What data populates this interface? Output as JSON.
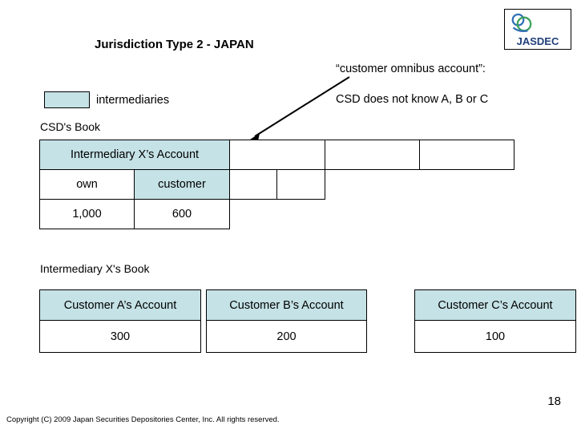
{
  "slide": {
    "title": "Jurisdiction Type 2 - JAPAN",
    "page_number": "18",
    "copyright": "Copyright (C) 2009 Japan Securities Depositories Center, Inc.  All rights reserved."
  },
  "logo": {
    "name": "jasdec-logo",
    "text": "JASDEC"
  },
  "callout": {
    "line1": "“customer omnibus account”:",
    "line2": "CSD does not know A, B or C",
    "arrow": "arrow-pointing-down-left"
  },
  "legend": {
    "swatch_color": "#c5e2e6",
    "label": "intermediaries"
  },
  "csd": {
    "section_label": "CSD's Book",
    "rows": [
      {
        "cells": [
          {
            "text": "Intermediary X’s Account",
            "tint": true
          },
          {
            "text": "",
            "tint": false
          },
          {
            "text": "",
            "tint": false
          },
          {
            "text": "",
            "tint": false
          }
        ]
      },
      {
        "cells": [
          {
            "text": "own",
            "tint": false
          },
          {
            "text": "customer",
            "tint": true
          },
          {
            "text": "",
            "tint": false
          },
          {
            "text": "",
            "tint": false
          }
        ]
      },
      {
        "cells": [
          {
            "text": "1,000",
            "tint": false
          },
          {
            "text": "600",
            "tint": false
          }
        ]
      }
    ]
  },
  "intermediary": {
    "section_label": "Intermediary X's Book",
    "headers": [
      {
        "text": "Customer A’s Account",
        "tint": true
      },
      {
        "text": "Customer B’s Account",
        "tint": true
      },
      {
        "text": "Customer C’s Account",
        "tint": true
      }
    ],
    "values": [
      {
        "text": "300"
      },
      {
        "text": "200"
      },
      {
        "text": "100"
      }
    ]
  },
  "colors": {
    "tint": "#c5e2e6",
    "border": "#000000",
    "logo_text": "#1f3f7a",
    "logo_green": "#3aa05a",
    "logo_blue": "#2f6fb5"
  }
}
